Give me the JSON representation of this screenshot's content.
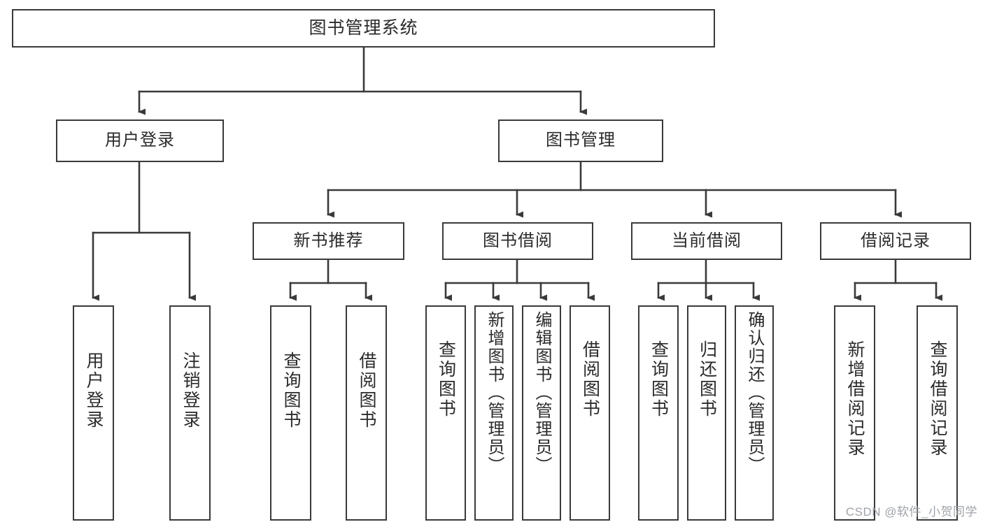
{
  "diagram": {
    "title": "图书管理系统",
    "type": "tree-hierarchy-diagram",
    "colors": {
      "stroke": "#3a3a3a",
      "fill": "#ffffff",
      "text": "#2b2b2b",
      "watermark": "#9fa3a8"
    },
    "root": {
      "label": "图书管理系统"
    },
    "level2": [
      {
        "label": "用户登录"
      },
      {
        "label": "图书管理"
      }
    ],
    "level3": [
      {
        "label": "新书推荐"
      },
      {
        "label": "图书借阅"
      },
      {
        "label": "当前借阅"
      },
      {
        "label": "借阅记录"
      }
    ],
    "leaves": {
      "user_login": [
        {
          "label": "用户登录"
        },
        {
          "label": "注销登录"
        }
      ],
      "new_book_recommend": [
        {
          "label": "查询图书"
        },
        {
          "label": "借阅图书"
        }
      ],
      "book_borrow": [
        {
          "label": "查询图书"
        },
        {
          "label": "新增图书（管理员）"
        },
        {
          "label": "编辑图书（管理员）"
        },
        {
          "label": "借阅图书"
        }
      ],
      "current_borrow": [
        {
          "label": "查询图书"
        },
        {
          "label": "归还图书"
        },
        {
          "label": "确认归还（管理员）"
        }
      ],
      "borrow_record": [
        {
          "label": "新增借阅记录"
        },
        {
          "label": "查询借阅记录"
        }
      ]
    }
  },
  "watermark": {
    "text": "CSDN @软件_小贺同学"
  }
}
